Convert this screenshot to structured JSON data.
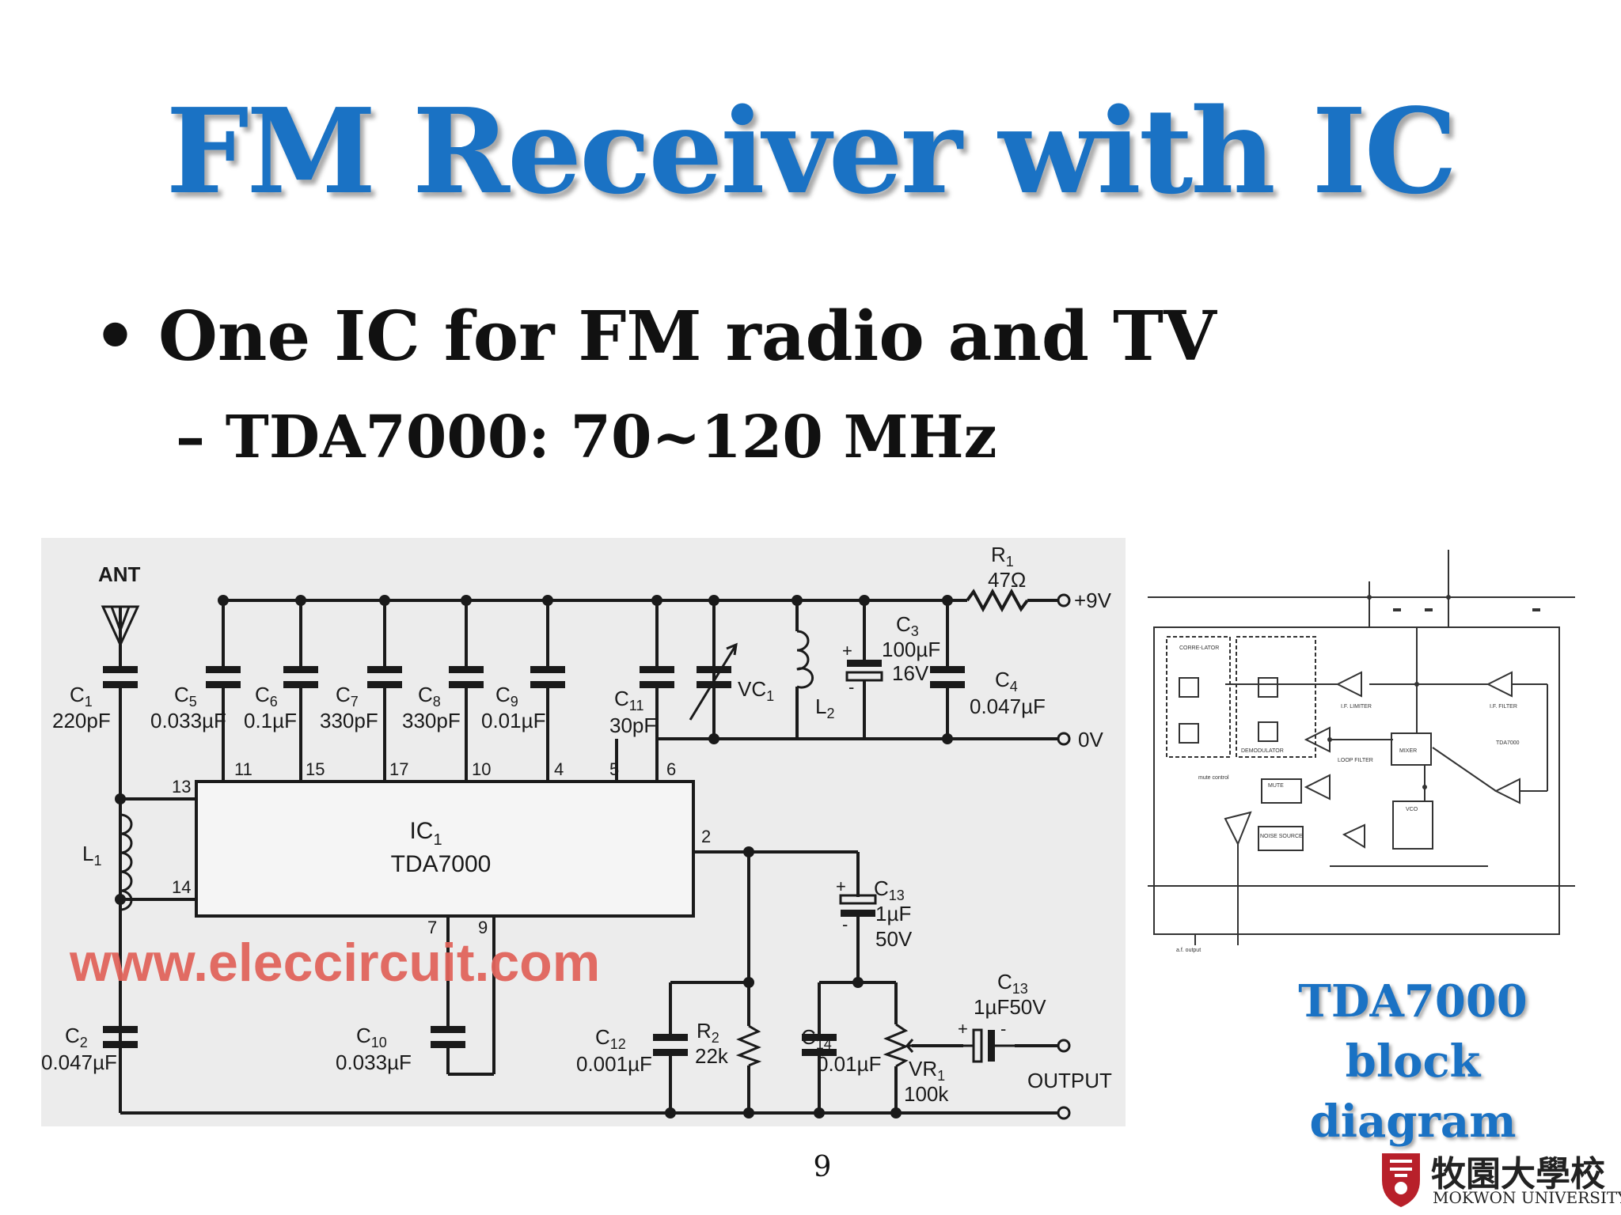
{
  "slide": {
    "title": "FM Receiver with IC",
    "bullet_symbol": "•",
    "bullet_1": "One IC for FM radio and TV",
    "bullet_2": "– TDA7000: 70~120 MHz",
    "page_number": "9"
  },
  "schematic": {
    "antenna": "ANT",
    "supply": "+9V",
    "ground": "0V",
    "output": "OUTPUT",
    "watermark": "www.eleccircuit.com",
    "ic_name": "IC",
    "ic_sub": "1",
    "ic_part": "TDA7000",
    "components": {
      "C1": {
        "name": "C",
        "sub": "1",
        "value": "220pF"
      },
      "C2": {
        "name": "C",
        "sub": "2",
        "value": "0.047µF"
      },
      "C3": {
        "name": "C",
        "sub": "3",
        "value": "100µF",
        "value2": "16V"
      },
      "C4": {
        "name": "C",
        "sub": "4",
        "value": "0.047µF"
      },
      "C5": {
        "name": "C",
        "sub": "5",
        "value": "0.033µF"
      },
      "C6": {
        "name": "C",
        "sub": "6",
        "value": "0.1µF"
      },
      "C7": {
        "name": "C",
        "sub": "7",
        "value": "330pF"
      },
      "C8": {
        "name": "C",
        "sub": "8",
        "value": "330pF"
      },
      "C9": {
        "name": "C",
        "sub": "9",
        "value": "0.01µF"
      },
      "C10": {
        "name": "C",
        "sub": "10",
        "value": "0.033µF"
      },
      "C11": {
        "name": "C",
        "sub": "11",
        "value": "30pF"
      },
      "C12": {
        "name": "C",
        "sub": "12",
        "value": "0.001µF"
      },
      "C13a": {
        "name": "C",
        "sub": "13",
        "value": "1µF",
        "value2": "50V"
      },
      "C13b": {
        "name": "C",
        "sub": "13",
        "value": "1µF50V"
      },
      "C14": {
        "name": "C",
        "sub": "14",
        "value": "0.01µF"
      },
      "R1": {
        "name": "R",
        "sub": "1",
        "value": "47Ω"
      },
      "R2": {
        "name": "R",
        "sub": "2",
        "value": "22k"
      },
      "VR1": {
        "name": "VR",
        "sub": "1",
        "value": "100k"
      },
      "L1": {
        "name": "L",
        "sub": "1"
      },
      "L2": {
        "name": "L",
        "sub": "2"
      },
      "VC1": {
        "name": "VC",
        "sub": "1"
      }
    },
    "pins": {
      "p13": "13",
      "p14": "14",
      "p11": "11",
      "p15": "15",
      "p17": "17",
      "p10": "10",
      "p4": "4",
      "p5": "5",
      "p6": "6",
      "p2": "2",
      "p7": "7",
      "p9": "9"
    }
  },
  "block_diagram": {
    "caption_line1": "TDA7000",
    "caption_line2": "block diagram",
    "labels": {
      "ic": "TDA7000",
      "mixer": "MIXER",
      "vco": "VCO",
      "demod": "DEMODULATOR",
      "limiter": "I.F. LIMITER",
      "if_filter": "I.F. FILTER",
      "loop_filter": "LOOP FILTER",
      "mute": "MUTE",
      "noise": "NOISE SOURCE",
      "correlator": "CORRE-LATOR",
      "mute_control": "mute control",
      "af_output": "a.f. output"
    }
  },
  "logo": {
    "name_cn": "牧園大學校",
    "name_en": "MOKWON UNIVERSITY"
  }
}
